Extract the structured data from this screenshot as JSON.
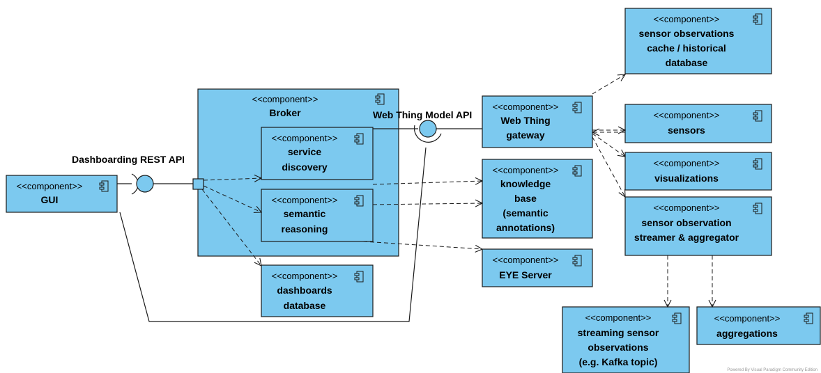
{
  "stereotype": "<<component>>",
  "components": {
    "gui": {
      "name": [
        "GUI"
      ]
    },
    "broker": {
      "name": [
        "Broker"
      ]
    },
    "service_discovery": {
      "name": [
        "service",
        "discovery"
      ]
    },
    "semantic_reasoning": {
      "name": [
        "semantic",
        "reasoning"
      ]
    },
    "dashboards_database": {
      "name": [
        "dashboards",
        "database"
      ]
    },
    "web_thing_gateway": {
      "name": [
        "Web Thing",
        "gateway"
      ]
    },
    "knowledge_base": {
      "name": [
        "knowledge",
        "base",
        "(semantic",
        "annotations)"
      ]
    },
    "eye_server": {
      "name": [
        "EYE Server"
      ]
    },
    "sensor_observations_cache": {
      "name": [
        "sensor observations",
        "cache / historical",
        "database"
      ]
    },
    "sensors": {
      "name": [
        "sensors"
      ]
    },
    "visualizations": {
      "name": [
        "visualizations"
      ]
    },
    "streamer_aggregator": {
      "name": [
        "sensor observation",
        "streamer & aggregator"
      ]
    },
    "streaming_observations": {
      "name": [
        "streaming sensor",
        "observations",
        "(e.g. Kafka topic)"
      ]
    },
    "aggregations": {
      "name": [
        "aggregations"
      ]
    }
  },
  "interfaces": {
    "dashboarding_rest_api": "Dashboarding REST API",
    "web_thing_model_api": "Web Thing Model API"
  },
  "footer": "Powered By  Visual Paradigm Community Edition"
}
